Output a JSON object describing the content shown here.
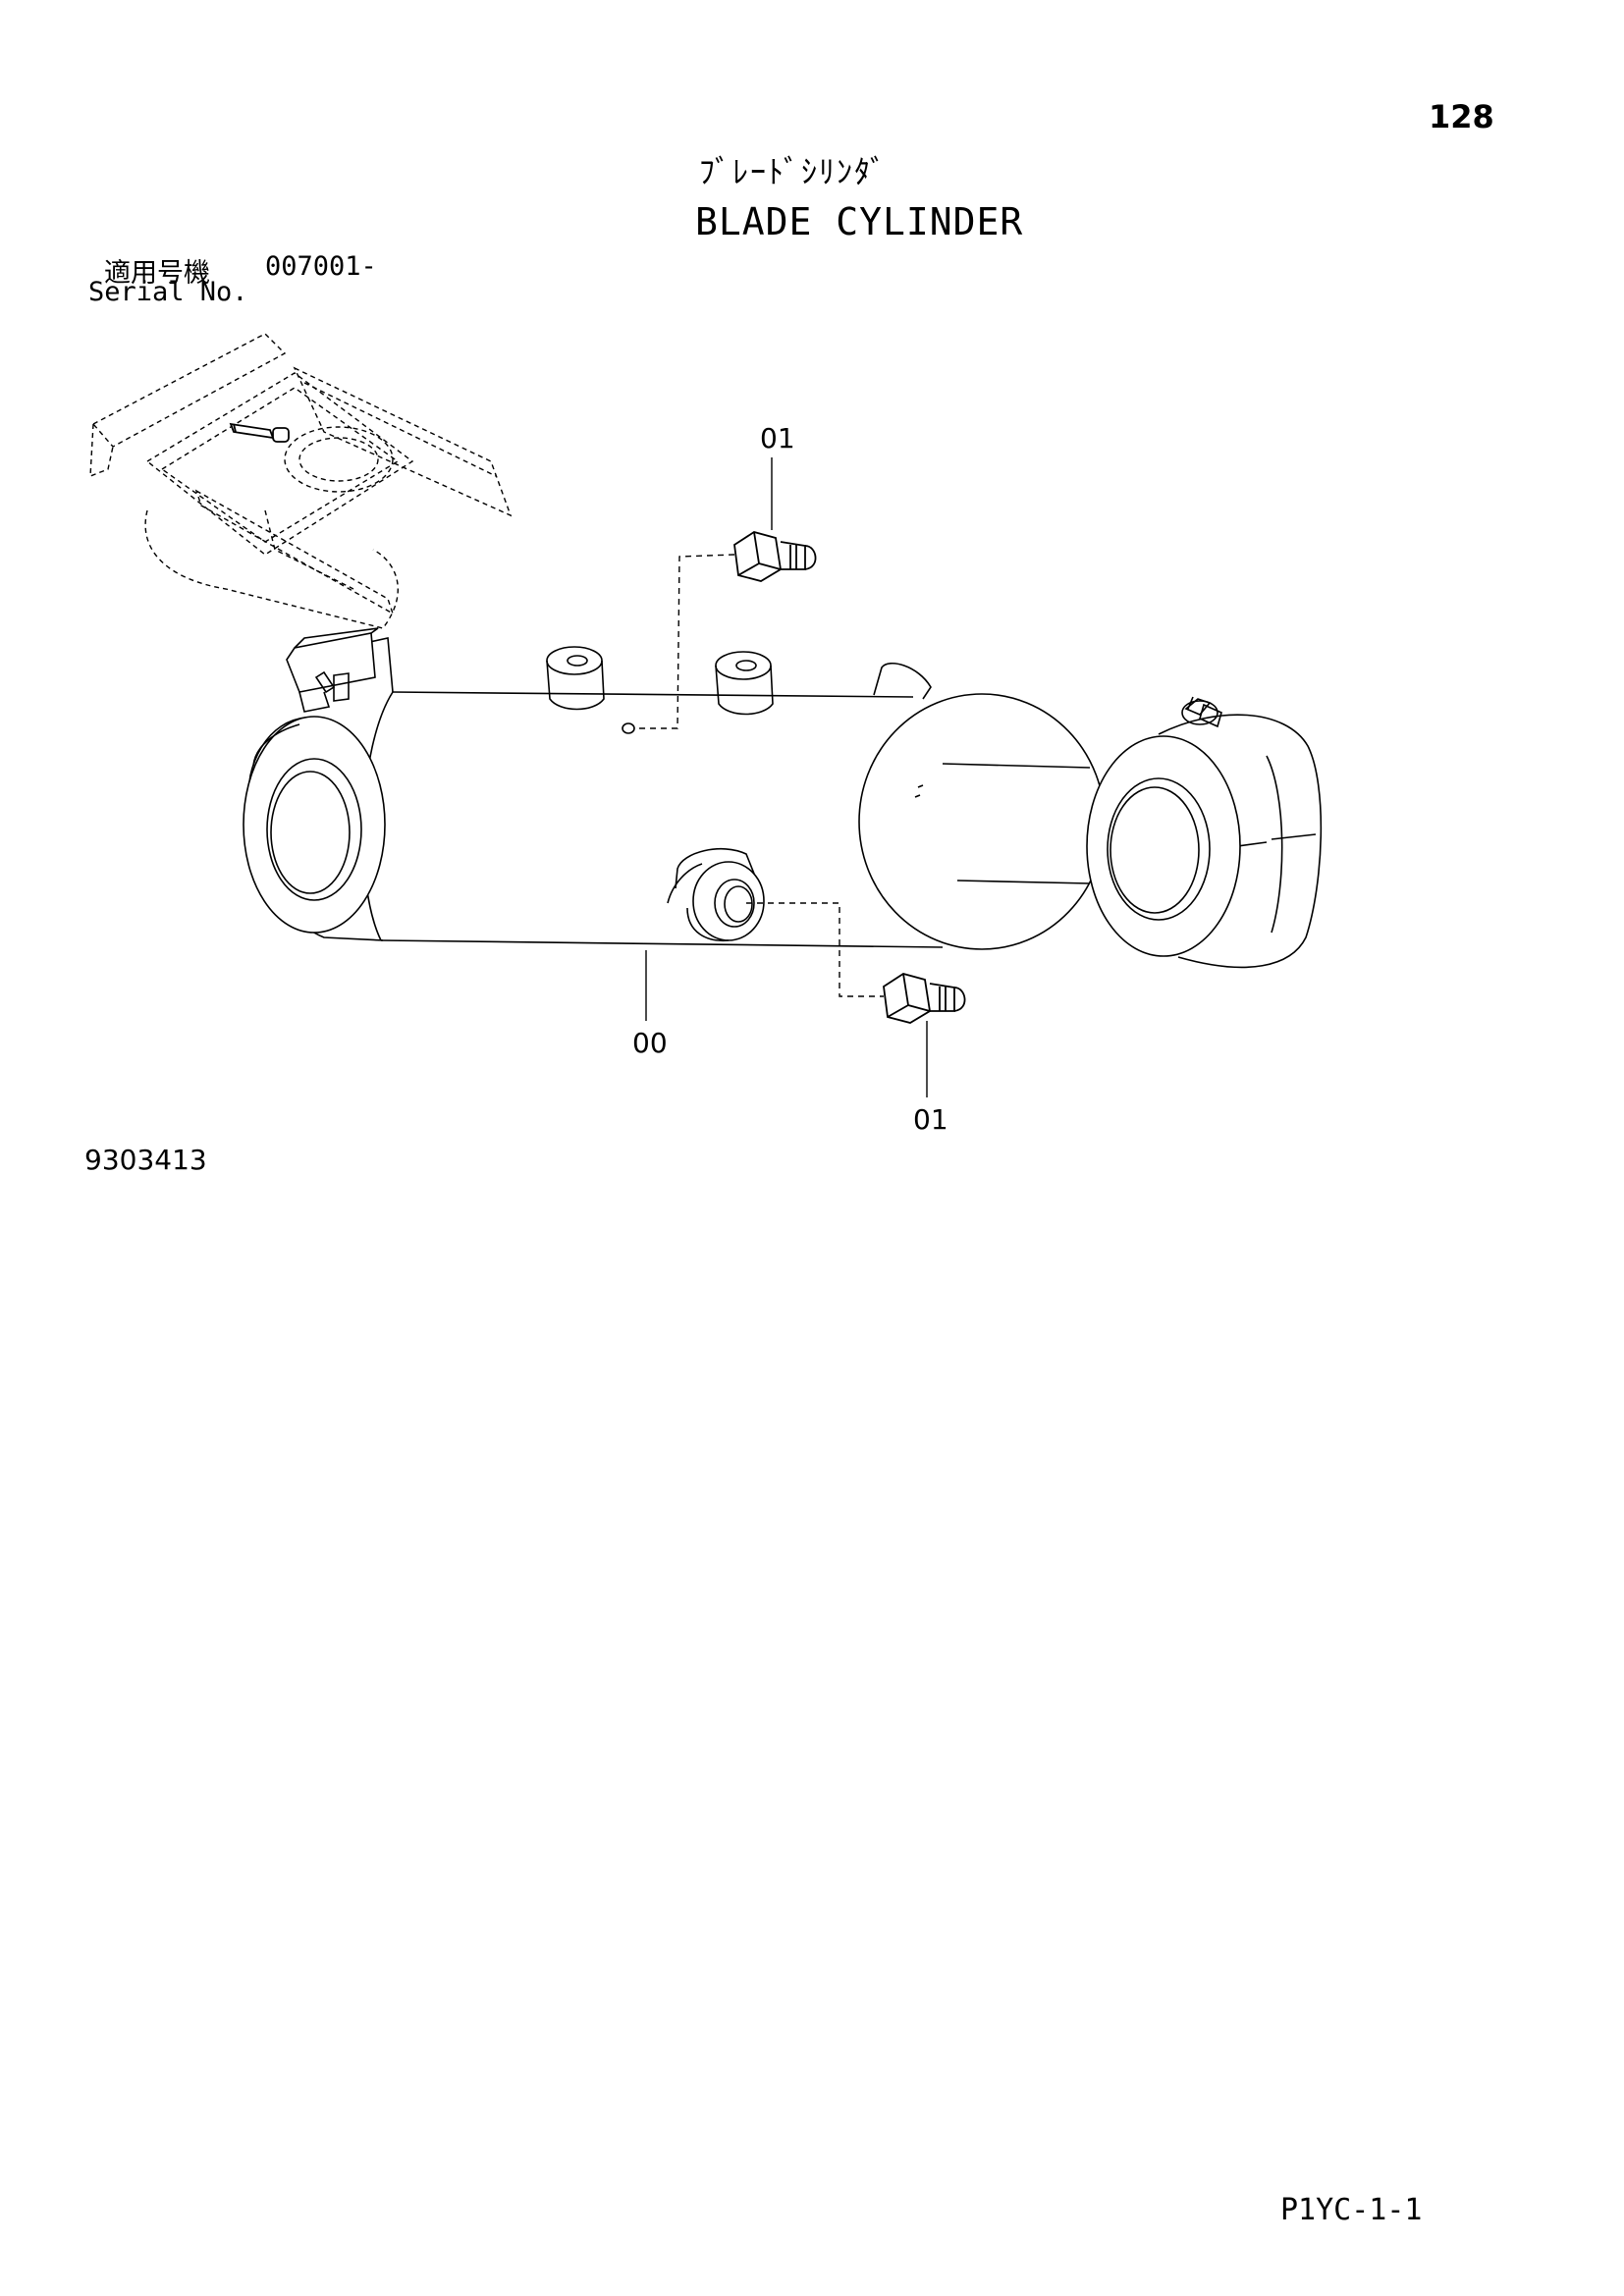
{
  "header": {
    "page_number": "128",
    "title_jp": "ﾌﾞﾚｰﾄﾞｼﾘﾝﾀﾞ",
    "title_en": "BLADE CYLINDER"
  },
  "serial": {
    "label_jp": "適用号機",
    "value": "007001-",
    "label_en": "Serial No."
  },
  "callouts": {
    "part_01_top": "01",
    "part_00": "00",
    "part_01_bottom": "01"
  },
  "drawing_number": "9303413",
  "footer": {
    "code": "P1YC-1-1"
  },
  "colors": {
    "ink": "#000000",
    "paper": "#ffffff"
  }
}
